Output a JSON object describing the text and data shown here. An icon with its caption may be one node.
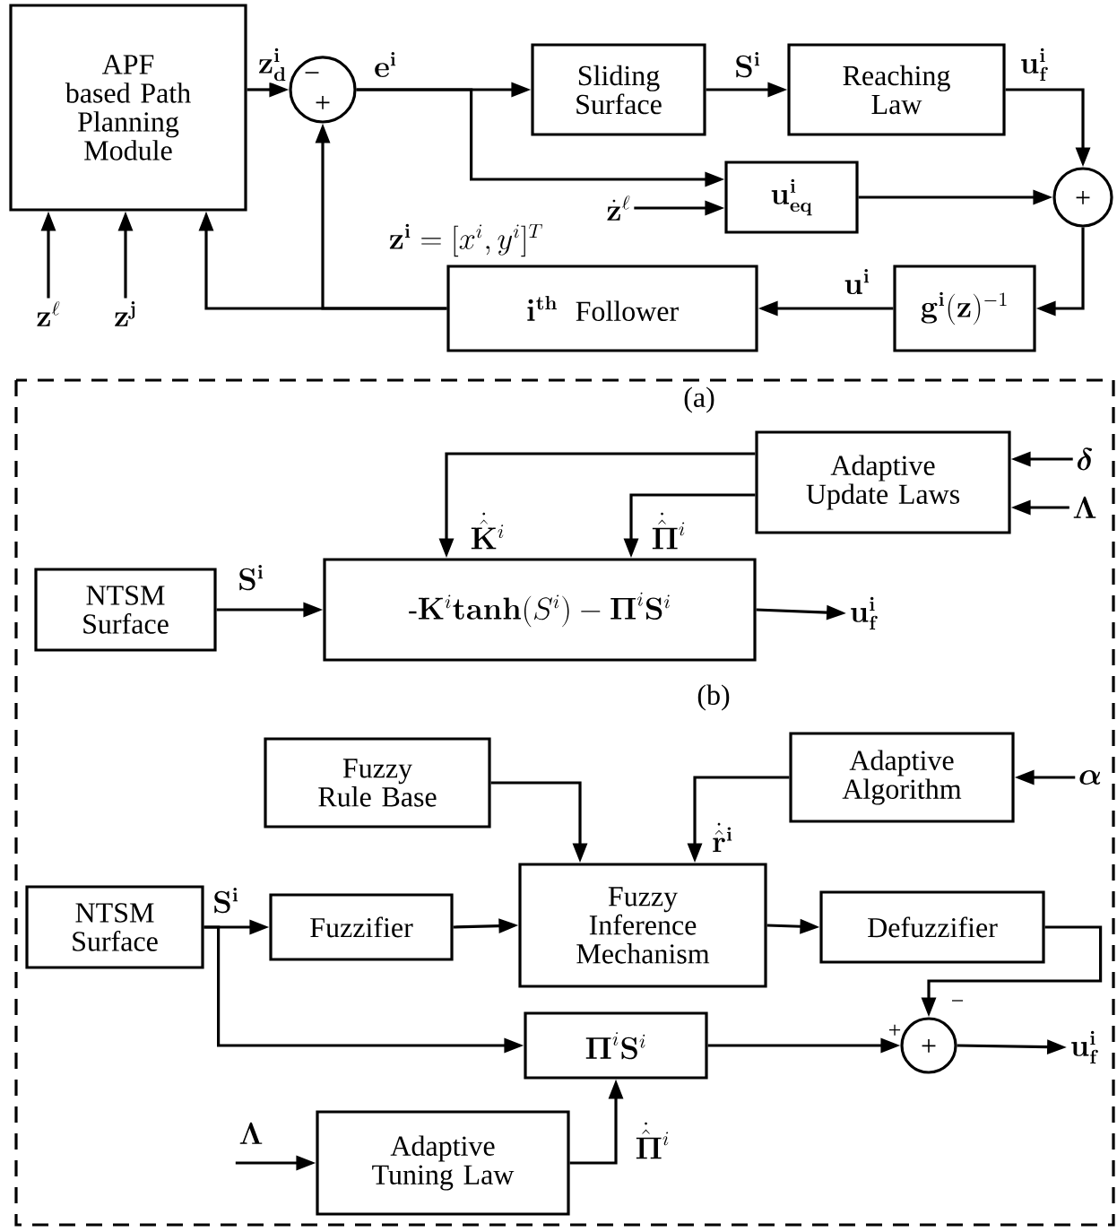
{
  "diagram": {
    "nodes": [
      {
        "text": [
          "APF based Path Planning Module"
        ]
      },
      {
        "text": [
          "−",
          "+"
        ]
      },
      {
        "text": [
          "Sliding Surface"
        ]
      },
      {
        "text": [
          "Reaching Law"
        ]
      },
      {
        "text": [
          "\\mathbf{u}^{\\mathbf{i}}_{\\mathbf{eq}}"
        ]
      },
      {
        "text": [
          "+"
        ]
      },
      {
        "text": [
          "\\mathbf{g}^{\\mathbf{i}}(\\mathbf{z})^{-1}"
        ]
      },
      {
        "text": [
          "\\mathbf{i}^{\\mathbf{th}}\\;\\;\\text{Follower}"
        ]
      },
      {
        "text": [
          "\\mathbf{z}^{\\ell}"
        ]
      },
      {
        "text": [
          "\\mathbf{z}^{\\mathbf{j}}"
        ]
      },
      {
        "text": [
          "\\dot{\\mathbf{z}}^{\\ell}"
        ]
      },
      {
        "text": [
          "Adaptive Update Laws"
        ]
      },
      {
        "text": [
          "NTSM Surface"
        ]
      },
      {
        "text": [
          "\\text{-}\\mathbf{K}^i\\mathbf{tanh}(S^i)-\\boldsymbol{\\Pi}^i\\mathbf{S}^i"
        ]
      },
      {
        "text": [
          "\\boldsymbol{\\delta}"
        ]
      },
      {
        "text": [
          "\\boldsymbol{\\Lambda}"
        ]
      },
      {
        "text": [
          "\\mathbf{u}^{\\mathbf{i}}_{\\mathbf{f}}"
        ]
      },
      {
        "text": [
          "Fuzzy Rule Base"
        ]
      },
      {
        "text": [
          "Adaptive Algorithm"
        ]
      },
      {
        "text": [
          "\\boldsymbol{\\alpha}"
        ]
      },
      {
        "text": [
          "NTSM Surface"
        ]
      },
      {
        "text": [
          "Fuzzifier"
        ]
      },
      {
        "text": [
          "Fuzzy Inference Mechanism"
        ]
      },
      {
        "text": [
          "Defuzzifier"
        ]
      },
      {
        "text": [
          "+"
        ],
        "beside": [
          "−",
          "+"
        ]
      },
      {
        "text": [
          "\\boldsymbol{\\Pi}^i\\mathbf{S}^i"
        ]
      },
      {
        "text": [
          "\\mathbf{u}^{\\mathbf{i}}_{\\mathbf{f}}"
        ]
      },
      {
        "text": [
          "\\boldsymbol{\\Lambda}"
        ]
      },
      {
        "text": [
          "Adaptive Tuning Law"
        ]
      }
    ],
    "edges": [
      {
        "from": 8,
        "to": 0,
        "arrow": "to"
      },
      {
        "from": 9,
        "to": 0,
        "arrow": "to"
      },
      {
        "from": 0,
        "to": 1,
        "arrow": "to",
        "label": "\\mathbf{z}^{\\mathbf{i}}_{\\mathbf{d}}"
      },
      {
        "from": 1,
        "to": 2,
        "arrow": "to",
        "label": "\\mathbf{e}^{\\mathbf{i}}"
      },
      {
        "from": 1,
        "to": 4,
        "arrow": "to"
      },
      {
        "from": 10,
        "to": 4,
        "arrow": "to"
      },
      {
        "from": 3,
        "to": 5,
        "arrow": "to",
        "label": "\\mathbf{u}^{\\mathbf{i}}_{\\mathbf{f}}"
      },
      {
        "from": 4,
        "to": 5,
        "arrow": "to"
      },
      {
        "from": 5,
        "to": 6,
        "arrow": "to"
      },
      {
        "from": 6,
        "to": 7,
        "arrow": "to",
        "label": "\\mathbf{u}^{\\mathbf{i}}"
      },
      {
        "from": 7,
        "to": 0,
        "arrow": "to"
      },
      {
        "from": 7,
        "to": 1,
        "arrow": "to",
        "label": "\\mathbf{z}^{\\mathbf{i}}=[x^i,y^i]^T"
      },
      {
        "from": 2,
        "to": 3,
        "arrow": "to",
        "label": "\\mathbf{S}^{\\mathbf{i}}"
      },
      {
        "from": 14,
        "to": 11,
        "arrow": "to"
      },
      {
        "from": 15,
        "to": 11,
        "arrow": "to"
      },
      {
        "from": 11,
        "to": 13,
        "arrow": "to",
        "label": "\\dot{\\hat{\\mathbf{K}}}^i"
      },
      {
        "from": 11,
        "to": 13,
        "arrow": "to",
        "label": "\\dot{\\hat{\\boldsymbol{\\Pi}}}^i"
      },
      {
        "from": 12,
        "to": 13,
        "arrow": "to",
        "label": "\\mathbf{S}^{\\mathbf{i}}"
      },
      {
        "from": 13,
        "to": 16,
        "arrow": "to"
      },
      {
        "from": 19,
        "to": 18,
        "arrow": "to"
      },
      {
        "from": 17,
        "to": 22,
        "arrow": "to"
      },
      {
        "from": 18,
        "to": 22,
        "arrow": "to",
        "label": "\\dot{\\hat{\\mathbf{r}}}^{\\mathbf{i}}"
      },
      {
        "from": 20,
        "to": 21,
        "arrow": "to",
        "label": "\\mathbf{S}^{\\mathbf{i}}"
      },
      {
        "from": 21,
        "to": 22,
        "arrow": "to"
      },
      {
        "from": 22,
        "to": 23,
        "arrow": "to"
      },
      {
        "from": 23,
        "to": 24,
        "arrow": "to"
      },
      {
        "from": 20,
        "to": 25,
        "arrow": "to"
      },
      {
        "from": 25,
        "to": 24,
        "arrow": "to"
      },
      {
        "from": 24,
        "to": 26,
        "arrow": "to"
      },
      {
        "from": 27,
        "to": 28,
        "arrow": "to"
      },
      {
        "from": 28,
        "to": 25,
        "arrow": "to",
        "label": "\\dot{\\hat{\\boldsymbol{\\Pi}}}^i"
      }
    ],
    "labels": [
      "(a)",
      "(b)"
    ]
  }
}
